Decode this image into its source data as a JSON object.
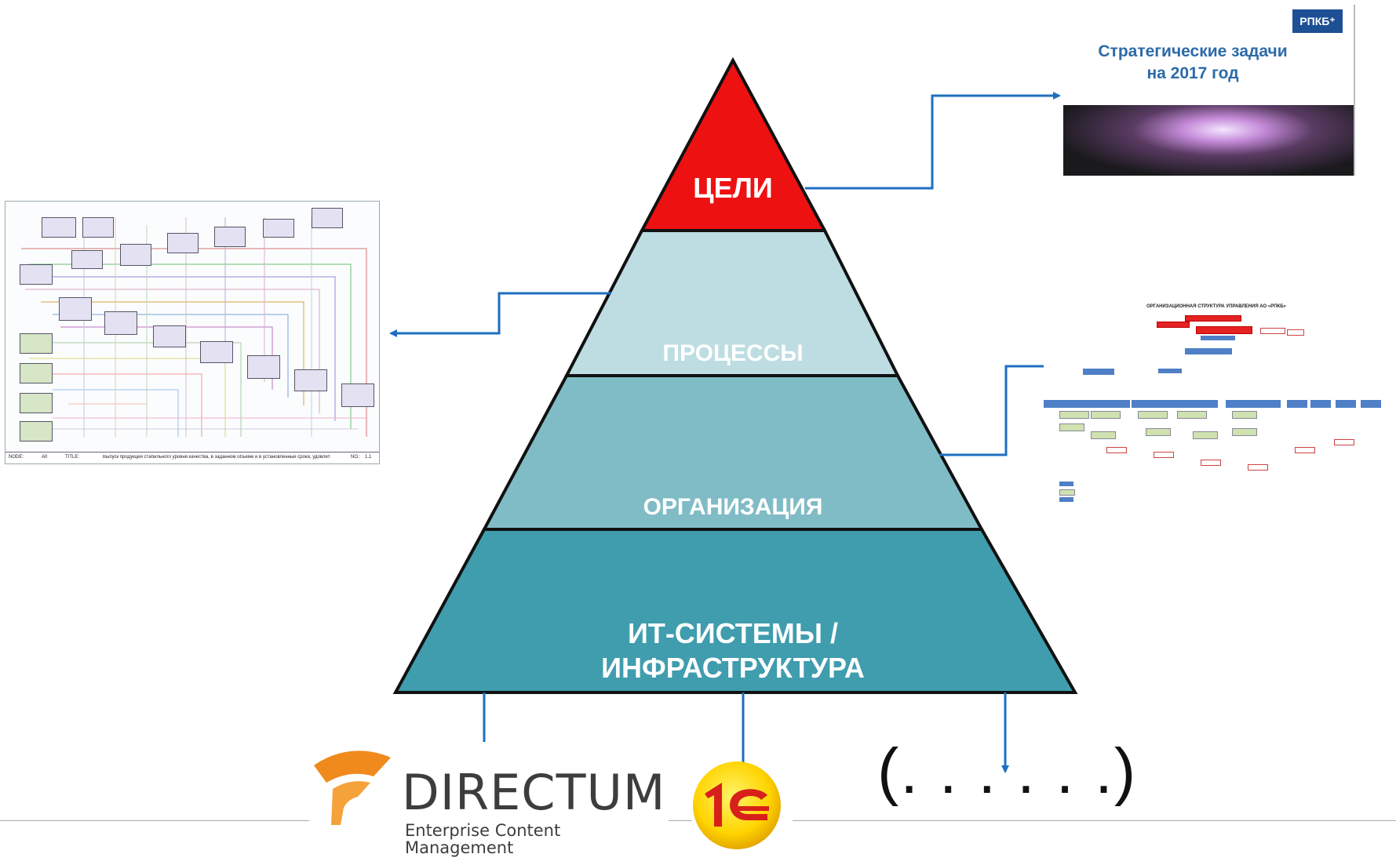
{
  "pyramid": {
    "tiers": [
      {
        "label": "ЦЕЛИ",
        "color": "#ee1111"
      },
      {
        "label": "ПРОЦЕССЫ",
        "color": "#bddde2"
      },
      {
        "label": "ОРГАНИЗАЦИЯ",
        "color": "#80bcc6"
      },
      {
        "label_line1": "ИТ-СИСТЕМЫ /",
        "label_line2": "ИНФРАСТРУКТУРА",
        "color": "#3f9dae"
      }
    ],
    "outline_color": "#111111",
    "arrow_color": "#1e6fc0"
  },
  "strategy_slide": {
    "logo": "РПКБ⁺",
    "title_line1": "Стратегические задачи",
    "title_line2": "на 2017 год"
  },
  "org_chart": {
    "title": "ОРГАНИЗАЦИОННАЯ СТРУКТУРА УПРАВЛЕНИЯ АО «РПКБ»"
  },
  "process_diagram": {
    "footer_node_label": "NODE:",
    "footer_node_value": "A0",
    "footer_title_label": "TITLE:",
    "footer_title": "Выпуск продукции стабильного уровня качества, в заданном объеме и в установленные сроки, удовлетворяющей требованиям заказчика",
    "footer_no_label": "NO.:",
    "footer_no_value": "1.1"
  },
  "it_systems": {
    "directum_name": "DIRECTUM",
    "directum_tagline": "Enterprise Content Management",
    "onec_name": "1С",
    "other": "(. . . . . .)"
  }
}
